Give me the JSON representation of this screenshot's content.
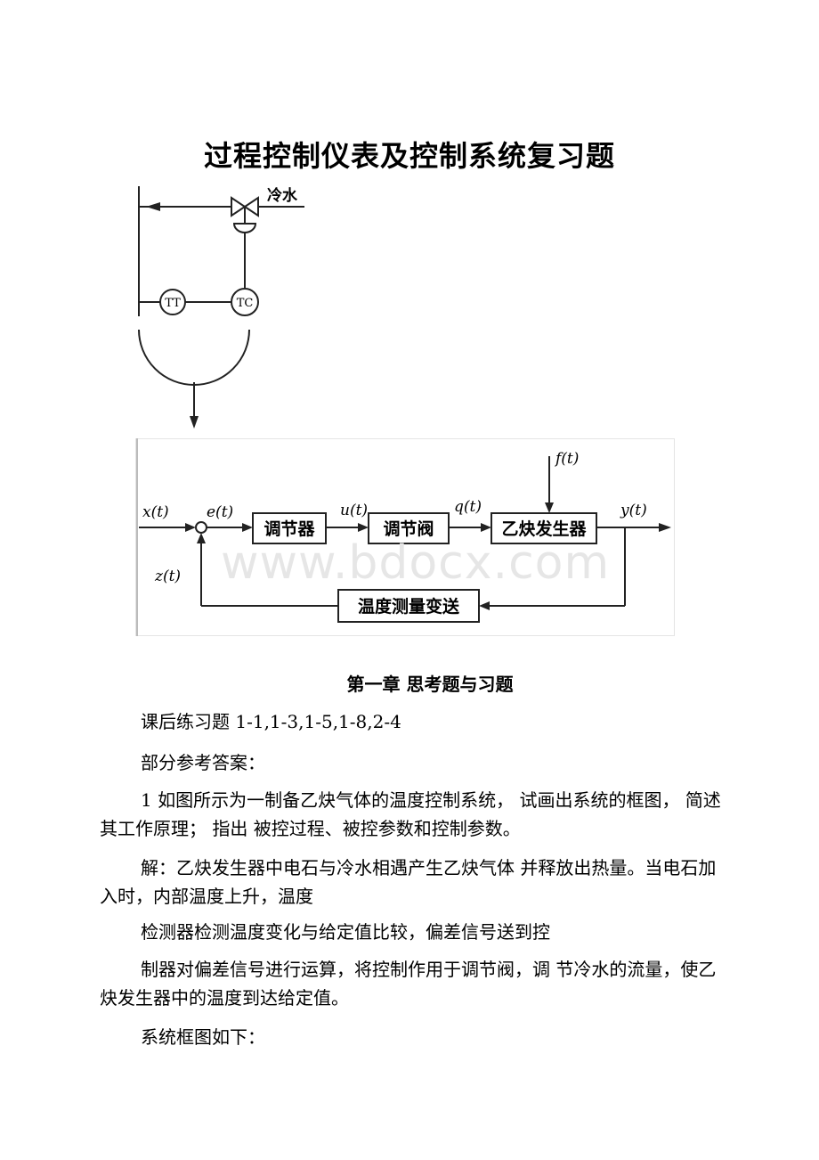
{
  "document": {
    "title": "过程控制仪表及控制系统复习题",
    "chapter_heading": "第一章 思考题与习题",
    "paragraphs": [
      "课后练习题 1-1,1-3,1-5,1-8,2-4",
      "部分参考答案：",
      "1 如图所示为一制备乙炔气体的温度控制系统， 试画出系统的框图， 简述其工作原理； 指出 被控过程、被控参数和控制参数。",
      "解：乙炔发生器中电石与冷水相遇产生乙炔气体 并释放出热量。当电石加入时，内部温度上升，温度",
      "检测器检测温度变化与给定值比较，偏差信号送到控",
      "制器对偏差信号进行运算，将控制作用于调节阀，调 节冷水的流量，使乙炔发生器中的温度到达给定值。",
      "系统框图如下："
    ]
  },
  "process_diagram": {
    "cold_water": "冷水",
    "tt": "TT",
    "tc": "TC"
  },
  "block_diagram": {
    "signals": {
      "x": "x(t)",
      "e": "e(t)",
      "u": "u(t)",
      "q": "q(t)",
      "y": "y(t)",
      "f": "f(t)",
      "z": "z(t)"
    },
    "blocks": {
      "controller": "调节器",
      "valve": "调节阀",
      "generator": "乙炔发生器",
      "transmitter": "温度测量变送"
    }
  },
  "watermark": "www.bdocx.com"
}
